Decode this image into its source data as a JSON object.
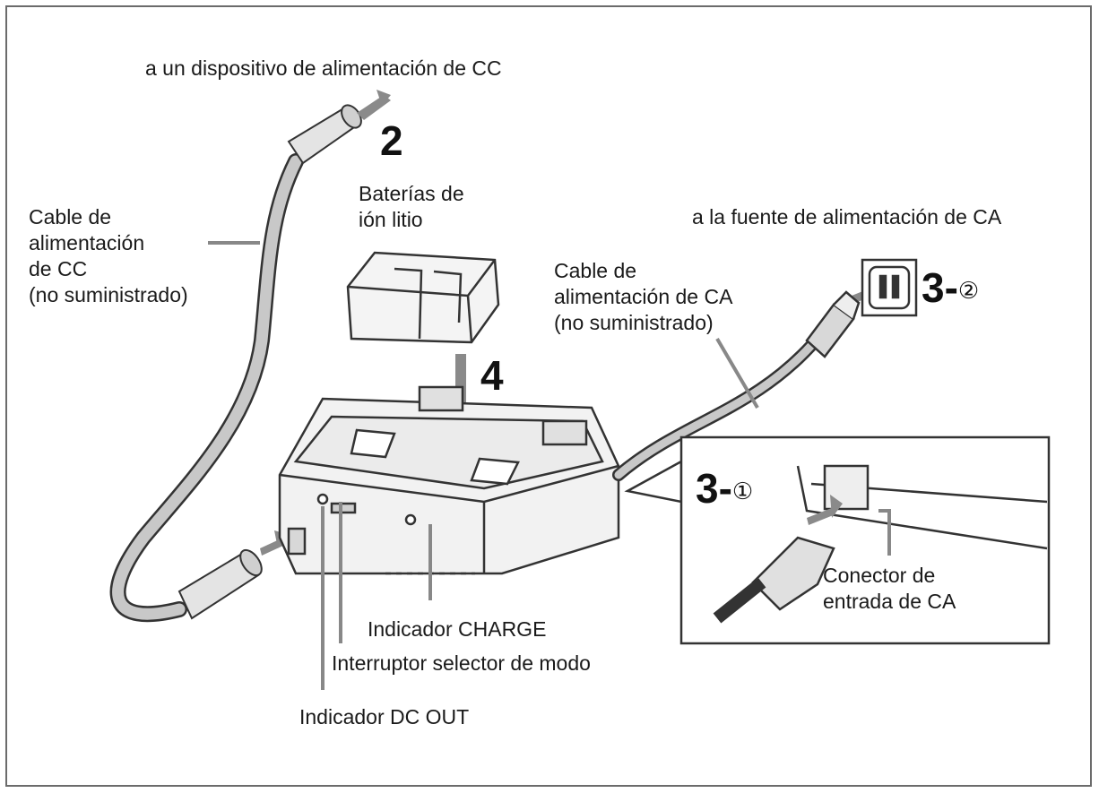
{
  "labels": {
    "dc_destination": "a un dispositivo de alimentación de CC",
    "dc_cable": "Cable de\nalimentación\nde CC\n(no suministrado)",
    "battery": "Baterías de\nión litio",
    "ac_destination": "a la fuente de alimentación de CA",
    "ac_cable": "Cable de\nalimentación de CA\n(no suministrado)",
    "ac_connector": "Conector de\nentrada de CA",
    "charge_indicator": "Indicador CHARGE",
    "mode_switch": "Interruptor selector de modo",
    "dc_out_indicator": "Indicador DC OUT"
  },
  "steps": {
    "s2": "2",
    "s4": "4",
    "s3_main": "3-",
    "s3_sub1": "①",
    "s3_sub2": "②"
  },
  "colors": {
    "line": "#333333",
    "arrow": "#8a8a8a",
    "cable": "#b0b0b0",
    "body": "#f2f2f2"
  }
}
